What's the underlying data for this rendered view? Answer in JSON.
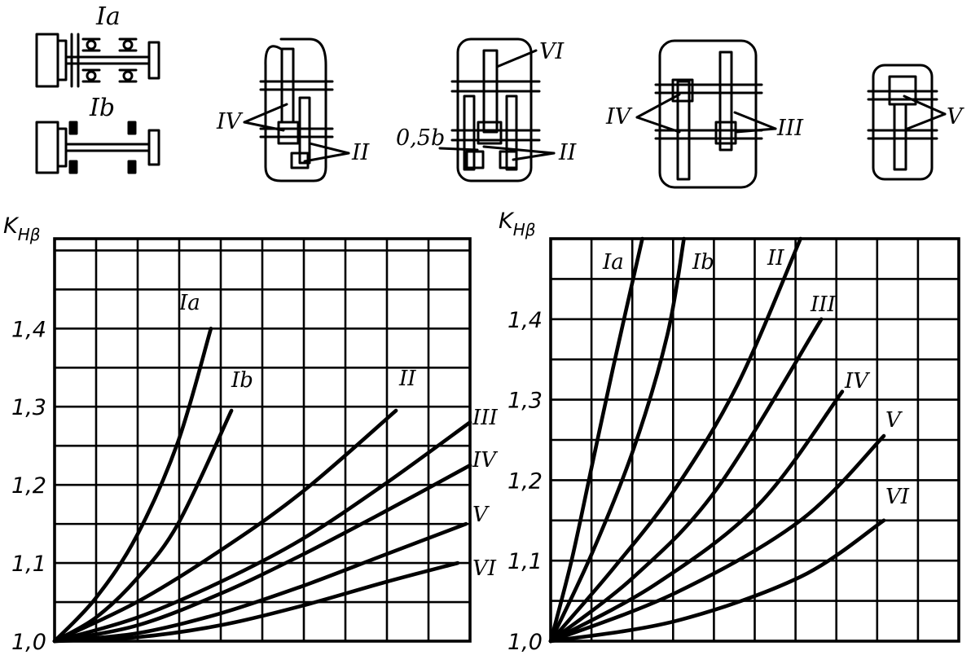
{
  "diagrams": {
    "Ia": "Ia",
    "Ib": "Ib",
    "d2_iv": "IV",
    "d2_ii": "II",
    "d3_vi": "VI",
    "d3_half_b": "0,5b",
    "d3_ii": "II",
    "d4_iv": "IV",
    "d4_iii": "III",
    "d5_v": "V"
  },
  "chart_data": [
    {
      "type": "line",
      "ylabel_main": "K",
      "ylabel_sub": "Hβ",
      "yticks": [
        "1,0",
        "1,1",
        "1,2",
        "1,3",
        "1,4"
      ],
      "ytick_values": [
        1.0,
        1.1,
        1.2,
        1.3,
        1.4
      ],
      "ylim": [
        1.0,
        1.515
      ],
      "xlim": [
        0,
        10.1
      ],
      "x_unlabeled_grid": true,
      "grid": true,
      "series": [
        {
          "name": "Ia",
          "x": [
            0,
            1,
            2,
            3,
            3.8
          ],
          "y": [
            1.0,
            1.055,
            1.135,
            1.255,
            1.4
          ]
        },
        {
          "name": "Ib",
          "x": [
            0,
            1,
            2,
            3,
            4.3
          ],
          "y": [
            1.0,
            1.03,
            1.08,
            1.15,
            1.295
          ]
        },
        {
          "name": "II",
          "x": [
            0,
            2,
            4,
            6,
            8.3
          ],
          "y": [
            1.0,
            1.05,
            1.115,
            1.19,
            1.295
          ]
        },
        {
          "name": "III",
          "x": [
            0,
            2,
            4,
            6,
            8,
            10.1
          ],
          "y": [
            1.0,
            1.03,
            1.075,
            1.13,
            1.2,
            1.28
          ]
        },
        {
          "name": "IV",
          "x": [
            0,
            2,
            4,
            6,
            8,
            10.1
          ],
          "y": [
            1.0,
            1.02,
            1.06,
            1.11,
            1.165,
            1.225
          ]
        },
        {
          "name": "V",
          "x": [
            0,
            2,
            4,
            6,
            8,
            10.0
          ],
          "y": [
            1.0,
            1.01,
            1.035,
            1.07,
            1.11,
            1.15
          ]
        },
        {
          "name": "VI",
          "x": [
            0,
            2,
            4,
            6,
            8,
            9.8
          ],
          "y": [
            1.0,
            1.005,
            1.02,
            1.045,
            1.075,
            1.1
          ]
        }
      ]
    },
    {
      "type": "line",
      "ylabel_main": "K",
      "ylabel_sub": "Hβ",
      "yticks": [
        "1,0",
        "1,1",
        "1,2",
        "1,3",
        "1,4"
      ],
      "ytick_values": [
        1.0,
        1.1,
        1.2,
        1.3,
        1.4
      ],
      "ylim": [
        1.0,
        1.5
      ],
      "xlim": [
        0,
        9.8
      ],
      "x_unlabeled_grid": true,
      "grid": true,
      "series": [
        {
          "name": "Ia",
          "x": [
            0,
            0.5,
            1.0,
            1.5,
            2.2
          ],
          "y": [
            1.0,
            1.1,
            1.22,
            1.34,
            1.5
          ]
        },
        {
          "name": "Ib",
          "x": [
            0,
            1.0,
            2.0,
            2.8,
            3.2
          ],
          "y": [
            1.0,
            1.11,
            1.24,
            1.38,
            1.5
          ]
        },
        {
          "name": "II",
          "x": [
            0,
            1.5,
            3.0,
            4.5,
            6.0
          ],
          "y": [
            1.0,
            1.09,
            1.19,
            1.32,
            1.5
          ]
        },
        {
          "name": "III",
          "x": [
            0,
            2.0,
            4.0,
            6.5
          ],
          "y": [
            1.0,
            1.08,
            1.19,
            1.4
          ]
        },
        {
          "name": "IV",
          "x": [
            0,
            2.5,
            5.0,
            7.0
          ],
          "y": [
            1.0,
            1.07,
            1.17,
            1.31
          ]
        },
        {
          "name": "V",
          "x": [
            0,
            3.0,
            6.0,
            8.0
          ],
          "y": [
            1.0,
            1.06,
            1.15,
            1.255
          ]
        },
        {
          "name": "VI",
          "x": [
            0,
            3.0,
            6.0,
            8.0
          ],
          "y": [
            1.0,
            1.025,
            1.08,
            1.15
          ]
        }
      ]
    }
  ]
}
